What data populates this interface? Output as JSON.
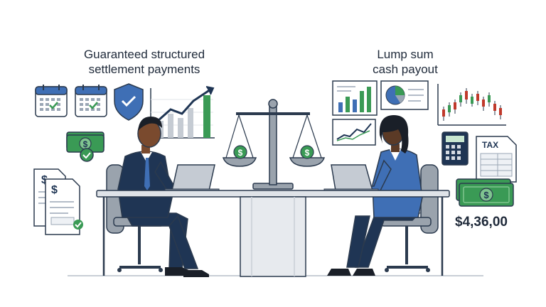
{
  "left_option": {
    "heading_line1": "Guaranteed structured",
    "heading_line2": "settlement payments"
  },
  "right_option": {
    "heading_line1": "Lump sum",
    "heading_line2": "cash payout",
    "amount": "$4,36,00",
    "tax_label": "TAX"
  },
  "symbols": {
    "dollar": "$"
  },
  "colors": {
    "navy": "#1f3554",
    "green": "#3a9a55",
    "blue": "#3f6fb5",
    "outline": "#2b3a4e"
  }
}
